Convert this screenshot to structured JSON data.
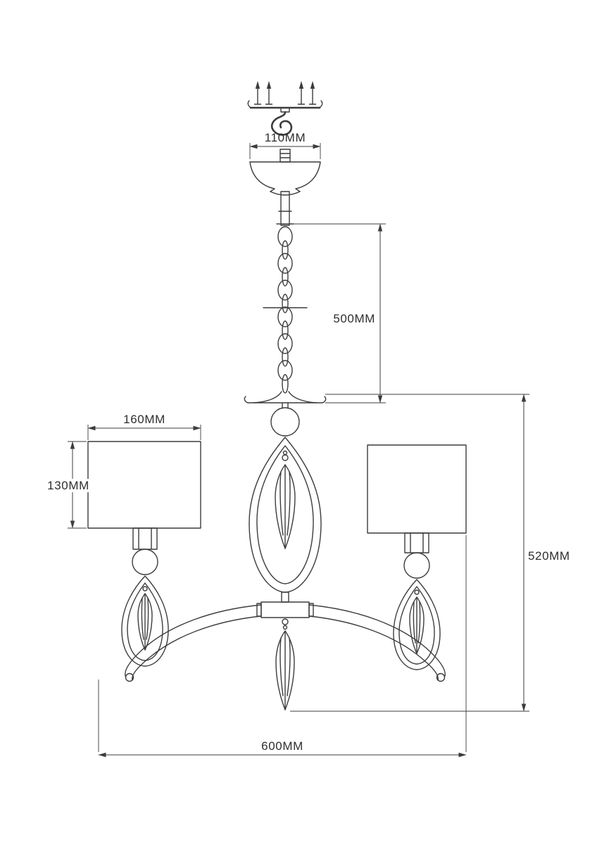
{
  "drawing": {
    "dimensions": {
      "canopy_width_label": "110MM",
      "chain_length_label": "500MM",
      "shade_width_label": "160MM",
      "shade_height_label": "130MM",
      "fixture_height_label": "520MM",
      "fixture_width_label": "600MM"
    },
    "colors": {
      "line": "#3c3c3c",
      "text": "#2e2e2e",
      "background": "#ffffff"
    }
  }
}
